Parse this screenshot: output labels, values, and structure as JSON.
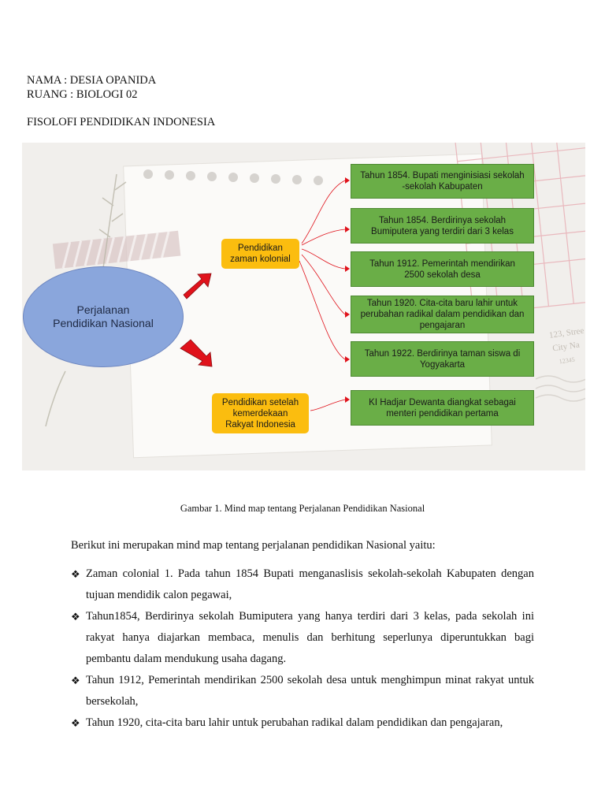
{
  "header": {
    "name_line": "NAMA   : DESIA OPANIDA",
    "room_line": "RUANG : BIOLOGI 02",
    "doc_title": "FISOLOFI PENDIDIKAN INDONESIA"
  },
  "mindmap": {
    "center": {
      "line1": "Perjalanan",
      "line2": "Pendidikan Nasional"
    },
    "colonial": {
      "line1": "Pendidikan",
      "line2": "zaman kolonial"
    },
    "post_independence": {
      "line1": "Pendidikan setelah",
      "line2": "kemerdekaan",
      "line3": "Rakyat Indonesia"
    },
    "boxes": [
      {
        "line1": "Tahun 1854. Bupati menginisiasi sekolah",
        "line2": "-sekolah Kabupaten"
      },
      {
        "line1": "Tahun 1854. Berdirinya sekolah",
        "line2": "Bumiputera yang terdiri dari 3 kelas"
      },
      {
        "line1": "Tahun 1912. Pemerintah mendirikan",
        "line2": "2500 sekolah desa"
      },
      {
        "line1": "Tahun 1920. Cita-cita baru lahir untuk",
        "line2": "perubahan radikal dalam pendidikan dan",
        "line3": "pengajaran"
      },
      {
        "line1": "Tahun 1922. Berdirinya taman siswa di",
        "line2": "Yogyakarta"
      },
      {
        "line1": "KI Hadjar Dewanta diangkat sebagai",
        "line2": "menteri pendidikan pertama"
      }
    ],
    "stamp_text": {
      "line1": "123, Stree",
      "line2": "City Na",
      "line3": "12345"
    }
  },
  "caption": "Gambar 1. Mind map tentang Perjalanan Pendidikan Nasional",
  "intro": "Berikut ini merupakan mind map tentang perjalanan pendidikan Nasional yaitu:",
  "bullet_symbol": "❖",
  "items": [
    "Zaman colonial 1.  Pada tahun 1854 Bupati menganaslisis sekolah-sekolah Kabupaten dengan tujuan mendidik calon pegawai,",
    " Tahun1854, Berdirinya sekolah Bumiputera yang hanya terdiri dari 3 kelas, pada sekolah ini rakyat hanya diajarkan membaca, menulis dan berhitung seperlunya diperuntukkan bagi pembantu dalam mendukung usaha dagang.",
    "Tahun 1912, Pemerintah mendirikan 2500 sekolah desa untuk menghimpun minat rakyat untuk bersekolah,",
    "Tahun 1920, cita-cita baru lahir untuk perubahan radikal dalam pendidikan dan pengajaran,"
  ],
  "colors": {
    "box_green": "#6aae47",
    "box_yellow": "#fbbd0f",
    "oval_blue": "#8aa6dc",
    "arrow_red": "#e0121b"
  }
}
